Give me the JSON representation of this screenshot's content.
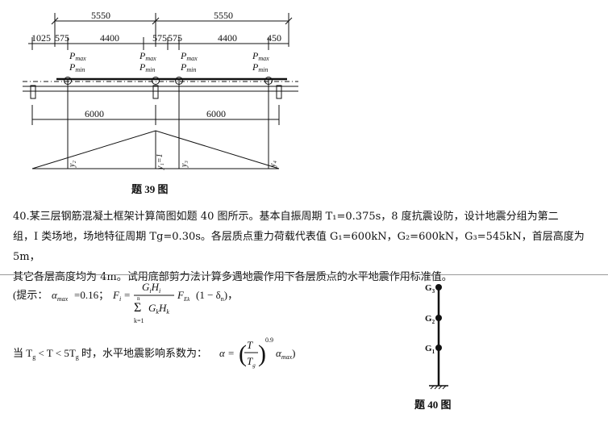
{
  "fig39": {
    "dim_top_left": "5550",
    "dim_top_right": "5550",
    "dim_a": "1025",
    "dim_b": "575",
    "dim_c": "4400",
    "dim_d": "575",
    "dim_e": "575",
    "dim_f": "4400",
    "dim_g": "450",
    "pmax": "P",
    "pmax_sub": "max",
    "pmin_sub": "min",
    "dim_bottom_left": "6000",
    "dim_bottom_right": "6000",
    "y1": "y₁=1",
    "y2": "y₂",
    "y3": "y₃",
    "y4": "y₄",
    "caption": "题 39 图"
  },
  "question": {
    "line1": "40.某三层钢筋混凝土框架计算简图如题 40 图所示。基本自振周期 T₁=0.375s，8 度抗震设防，设计地震分组为第二",
    "line2": "组，I 类场地，场地特征周期 Tg=0.30s。各层质点重力荷载代表值 G₁=600kN，G₂=600kN，G₃=545kN，首层高度为 5m，",
    "line3": "其它各层高度均为 4m。试用底部剪力法计算多遇地震作用下各层质点的水平地震作用标准值。"
  },
  "hint": {
    "prefix": "(提示：",
    "alpha": "α",
    "alpha_sub": "max",
    "alpha_val": "=0.16；",
    "F": "F",
    "i_sub": "i",
    "eq": "=",
    "num": "G",
    "H": "H",
    "den_sum": "Σ",
    "den_lim_top": "n",
    "den_lim_bot": "k=1",
    "den_G": "G",
    "den_H": "H",
    "k_sub": "k",
    "FEk": "F",
    "Ek_sub": "Ek",
    "delta": "(1 − δ",
    "n_sub": "n",
    "close": ")，",
    "line2_prefix": "当 T",
    "tg_sub": "g",
    "line2_cond": " < T < 5T",
    "line2_text": " 时，水平地震影响系数为：",
    "alpha_eq": "α =",
    "T_over": "T",
    "T_g": "T",
    "exp": "0.9",
    "tail": ")"
  },
  "fig40": {
    "g3": "G",
    "g2": "G",
    "g1": "G",
    "s3": "3",
    "s2": "2",
    "s1": "1",
    "caption": "题 40 图"
  }
}
